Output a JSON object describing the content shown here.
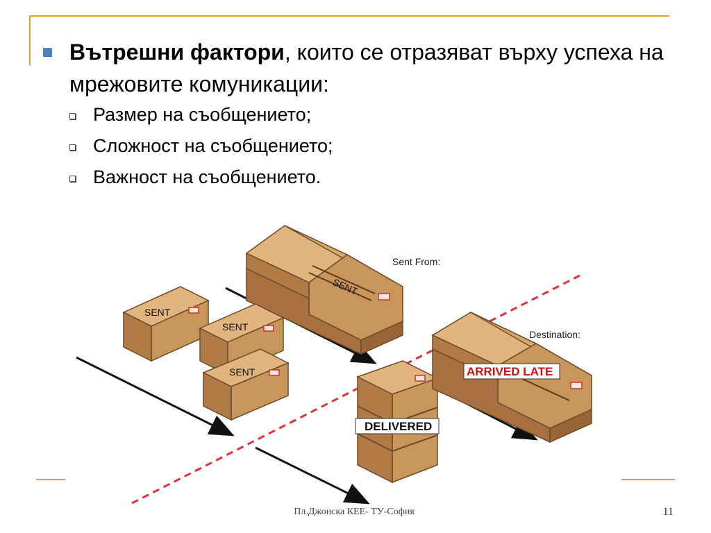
{
  "slide": {
    "bullet_bold": "Вътрешни фактори",
    "bullet_rest": ", които се отразяват върху успеха на мрежовите комуникации:",
    "sub_items": [
      "Размер на съобщението;",
      "Сложност на съобщението;",
      "Важност на съобщението."
    ]
  },
  "figure": {
    "sent_from": "Sent From:",
    "destination": "Destination:",
    "box_label_sent": "SENT",
    "box_label_delivered": "DELIVERED",
    "box_label_arrived_late": "ARRIVED LATE"
  },
  "footer": {
    "text": "Пл.Джонска КЕЕ- ТУ-София",
    "page_number": "11"
  },
  "colors": {
    "accent_gold": "#d4a72c",
    "bullet_blue": "#4f81bd",
    "box_brown": "#c8955a",
    "divider_red": "#e0303a",
    "late_red": "#cc1111"
  }
}
